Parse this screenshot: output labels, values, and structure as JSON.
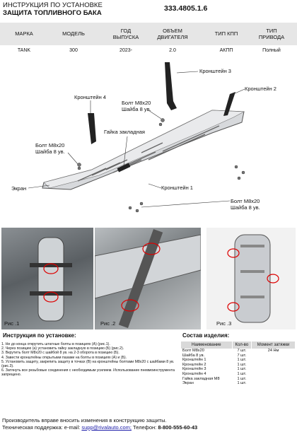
{
  "header": {
    "title_line1": "ИНСТРУКЦИЯ ПО УСТАНОВКЕ",
    "title_line2": "ЗАЩИТА ТОПЛИВНОГО БАКА",
    "code": "333.4805.1.6"
  },
  "spec_table": {
    "columns": [
      "МАРКА",
      "МОДЕЛЬ",
      "ГОД ВЫПУСКА",
      "ОБЪЕМ ДВИГАТЕЛЯ",
      "ТИП КПП",
      "ТИП ПРИВОДА"
    ],
    "col_lines": [
      [
        "МАРКА"
      ],
      [
        "МОДЕЛЬ"
      ],
      [
        "ГОД",
        "ВЫПУСКА"
      ],
      [
        "ОБЪЕМ",
        "ДВИГАТЕЛЯ"
      ],
      [
        "ТИП КПП"
      ],
      [
        "ТИП",
        "ПРИВОДА"
      ]
    ],
    "values": [
      "TANK",
      "300",
      "2023-",
      "2.0",
      "АКПП",
      "Полный"
    ]
  },
  "diagram_labels": {
    "bracket3": "Кронштейн 3",
    "bracket2": "Кронштейн 2",
    "bracket4": "Кронштейн 4",
    "bolt_top_1": "Болт М8х20",
    "bolt_top_2": "Шайба 8 ув.",
    "nut": "Гайка закладная",
    "bolt_left_1": "Болт М8х20",
    "bolt_left_2": "Шайба 8 ув.",
    "screen": "Экран",
    "bracket1": "Кронштейн 1",
    "bolt_right_1": "Болт М8х20",
    "bolt_right_2": "Шайба 8 ув."
  },
  "photos": {
    "fig1": "Рис .1",
    "fig2": "Рис .2",
    "fig3": "Рис .3"
  },
  "instructions": {
    "title": "Инструкция по установке:",
    "steps": [
      "1. Не до конца открутить штатные болты в позициях (А) (рис.1).",
      "2. Через позицию (а) установить гайку закладную в позицию (Б) (рис.2).",
      "3. Вкрутить болт М8х20 с шайбой 8 ув. на 2-3 оборота в позицию (Б).",
      "4. Завести кронштейны открытыми пазами на болты в позициях (А) и (Б).",
      "5. Установить защиту, закрепить защиту в точках (В) на кронштейны болтами М8х20 с шайбами 8 ув. (рис.3).",
      "6. Затянуть все резьбовые соединения с необходимым усилием. Использование пневмоинструмента запрещено."
    ]
  },
  "parts": {
    "title": "Состав изделия:",
    "headers": [
      "Наименование",
      "Кол-во",
      "Момент затяжки"
    ],
    "rows": [
      [
        "Болт М8х20",
        "7 шт.",
        "24 Нм"
      ],
      [
        "Шайба 8 ув.",
        "7 шт.",
        ""
      ],
      [
        "Кронштейн 1",
        "1 шт.",
        ""
      ],
      [
        "Кронштейн 2",
        "1 шт.",
        ""
      ],
      [
        "Кронштейн 3",
        "1 шт.",
        ""
      ],
      [
        "Кронштейн 4",
        "1 шт.",
        ""
      ],
      [
        "Гайка закладная М8",
        "1 шт.",
        ""
      ],
      [
        "Экран",
        "1 шт.",
        ""
      ]
    ]
  },
  "footer": {
    "line1": "Производитель вправе вносить изменения в конструкцию защиты.",
    "support_label": "Техническая поддержка:  e-mail: ",
    "email": "supp@rivalauto.com;",
    "phone_label": " Телефон: ",
    "phone": "8-800-555-60-43"
  },
  "colors": {
    "header_bg": "#e6e6e6",
    "table_head_bg": "#d9d9d9",
    "link": "#1a1aa8",
    "metal": "#d7d9dc"
  }
}
